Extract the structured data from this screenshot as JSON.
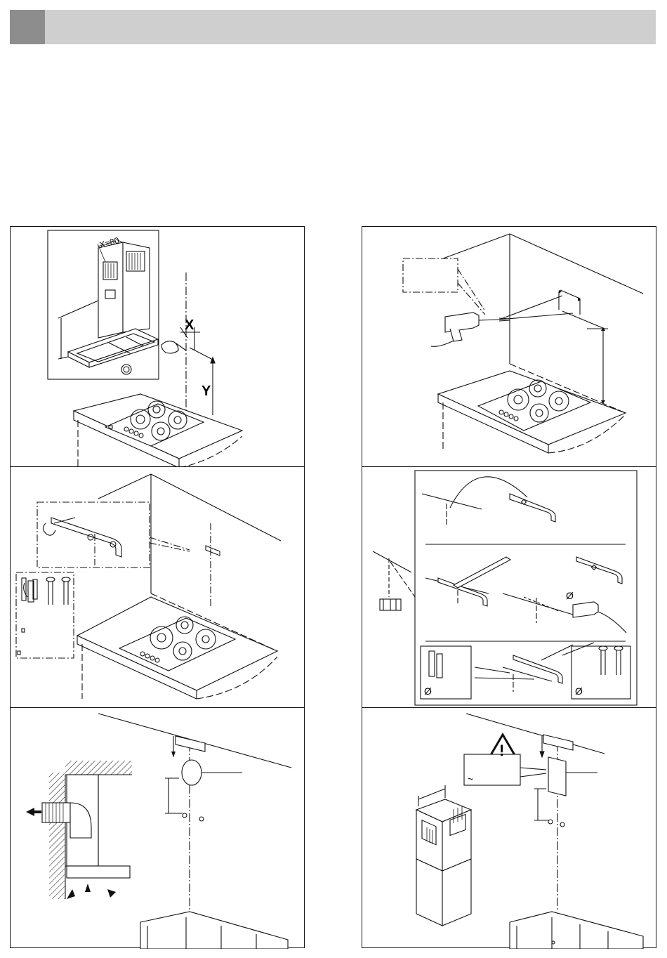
{
  "header": {
    "tab_color": "#8d8d8d",
    "bar_color": "#cfcfcf"
  },
  "panel1": {
    "dimension_label": "X=80",
    "x_label": "X",
    "y_label": "Y"
  },
  "panel6": {
    "warning_symbol": "!",
    "note_symbol": "~"
  },
  "panel4": {
    "diameter_symbol": "Ø"
  }
}
